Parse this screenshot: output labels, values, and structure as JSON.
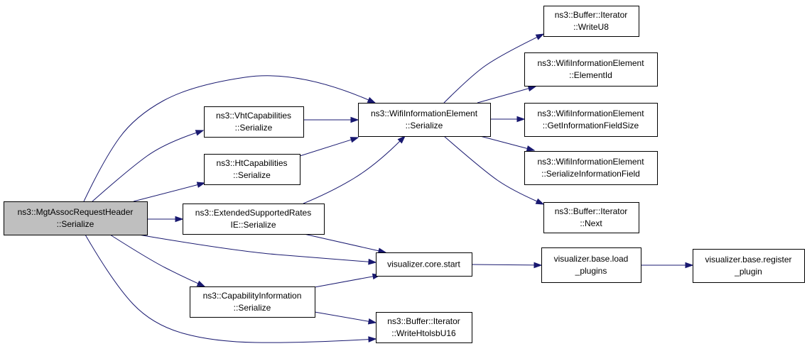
{
  "diagram": {
    "type": "call-graph",
    "colors": {
      "edge": "#191970",
      "root_fill": "#bfbfbf",
      "node_fill": "#ffffff",
      "border": "#000000"
    },
    "nodes": [
      {
        "id": "root",
        "lines": [
          "ns3::MgtAssocRequestHeader",
          "::Serialize"
        ]
      },
      {
        "id": "vht",
        "lines": [
          "ns3::VhtCapabilities",
          "::Serialize"
        ]
      },
      {
        "id": "ht",
        "lines": [
          "ns3::HtCapabilities",
          "::Serialize"
        ]
      },
      {
        "id": "esr",
        "lines": [
          "ns3::ExtendedSupportedRates",
          "IE::Serialize"
        ]
      },
      {
        "id": "cap",
        "lines": [
          "ns3::CapabilityInformation",
          "::Serialize"
        ]
      },
      {
        "id": "wie",
        "lines": [
          "ns3::WifiInformationElement",
          "::Serialize"
        ]
      },
      {
        "id": "vcs",
        "lines": [
          "visualizer.core.start"
        ]
      },
      {
        "id": "whl",
        "lines": [
          "ns3::Buffer::Iterator",
          "::WriteHtolsbU16"
        ]
      },
      {
        "id": "wu8",
        "lines": [
          "ns3::Buffer::Iterator",
          "::WriteU8"
        ]
      },
      {
        "id": "eid",
        "lines": [
          "ns3::WifiInformationElement",
          "::ElementId"
        ]
      },
      {
        "id": "gifs",
        "lines": [
          "ns3::WifiInformationElement",
          "::GetInformationFieldSize"
        ]
      },
      {
        "id": "sif",
        "lines": [
          "ns3::WifiInformationElement",
          "::SerializeInformationField"
        ]
      },
      {
        "id": "nxt",
        "lines": [
          "ns3::Buffer::Iterator",
          "::Next"
        ]
      },
      {
        "id": "lp",
        "lines": [
          "visualizer.base.load",
          "_plugins"
        ]
      },
      {
        "id": "rp",
        "lines": [
          "visualizer.base.register",
          "_plugin"
        ]
      }
    ],
    "edges": [
      {
        "from": "root",
        "to": "wie"
      },
      {
        "from": "root",
        "to": "vht"
      },
      {
        "from": "root",
        "to": "ht"
      },
      {
        "from": "root",
        "to": "esr"
      },
      {
        "from": "root",
        "to": "vcs"
      },
      {
        "from": "root",
        "to": "cap"
      },
      {
        "from": "root",
        "to": "whl"
      },
      {
        "from": "vht",
        "to": "wie"
      },
      {
        "from": "ht",
        "to": "wie"
      },
      {
        "from": "esr",
        "to": "wie"
      },
      {
        "from": "esr",
        "to": "vcs"
      },
      {
        "from": "cap",
        "to": "vcs"
      },
      {
        "from": "cap",
        "to": "whl"
      },
      {
        "from": "wie",
        "to": "wu8"
      },
      {
        "from": "wie",
        "to": "eid"
      },
      {
        "from": "wie",
        "to": "gifs"
      },
      {
        "from": "wie",
        "to": "sif"
      },
      {
        "from": "wie",
        "to": "nxt"
      },
      {
        "from": "vcs",
        "to": "lp"
      },
      {
        "from": "lp",
        "to": "rp"
      }
    ]
  }
}
